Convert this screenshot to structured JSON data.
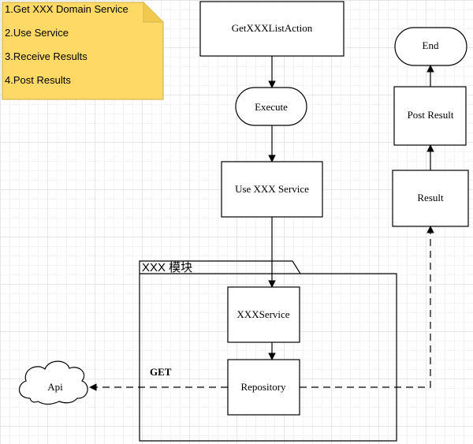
{
  "colors": {
    "note_fill": "#FFD966",
    "note_stroke": "#D6B656",
    "line": "#000000",
    "grid": "#E6E6E6"
  },
  "note": {
    "lines": [
      "1.Get XXX Domain Service",
      "2.Use Service",
      "3.Receive Results",
      "4.Post Results"
    ]
  },
  "nodes": {
    "get_list_action": "GetXXXListAction",
    "execute": "Execute",
    "use_service": "Use XXX Service",
    "module_label": "XXX 模块",
    "xxx_service": "XXXService",
    "repository": "Repository",
    "api": "Api",
    "result": "Result",
    "post_result": "Post Result",
    "end": "End"
  },
  "edge_labels": {
    "get": "GET"
  }
}
